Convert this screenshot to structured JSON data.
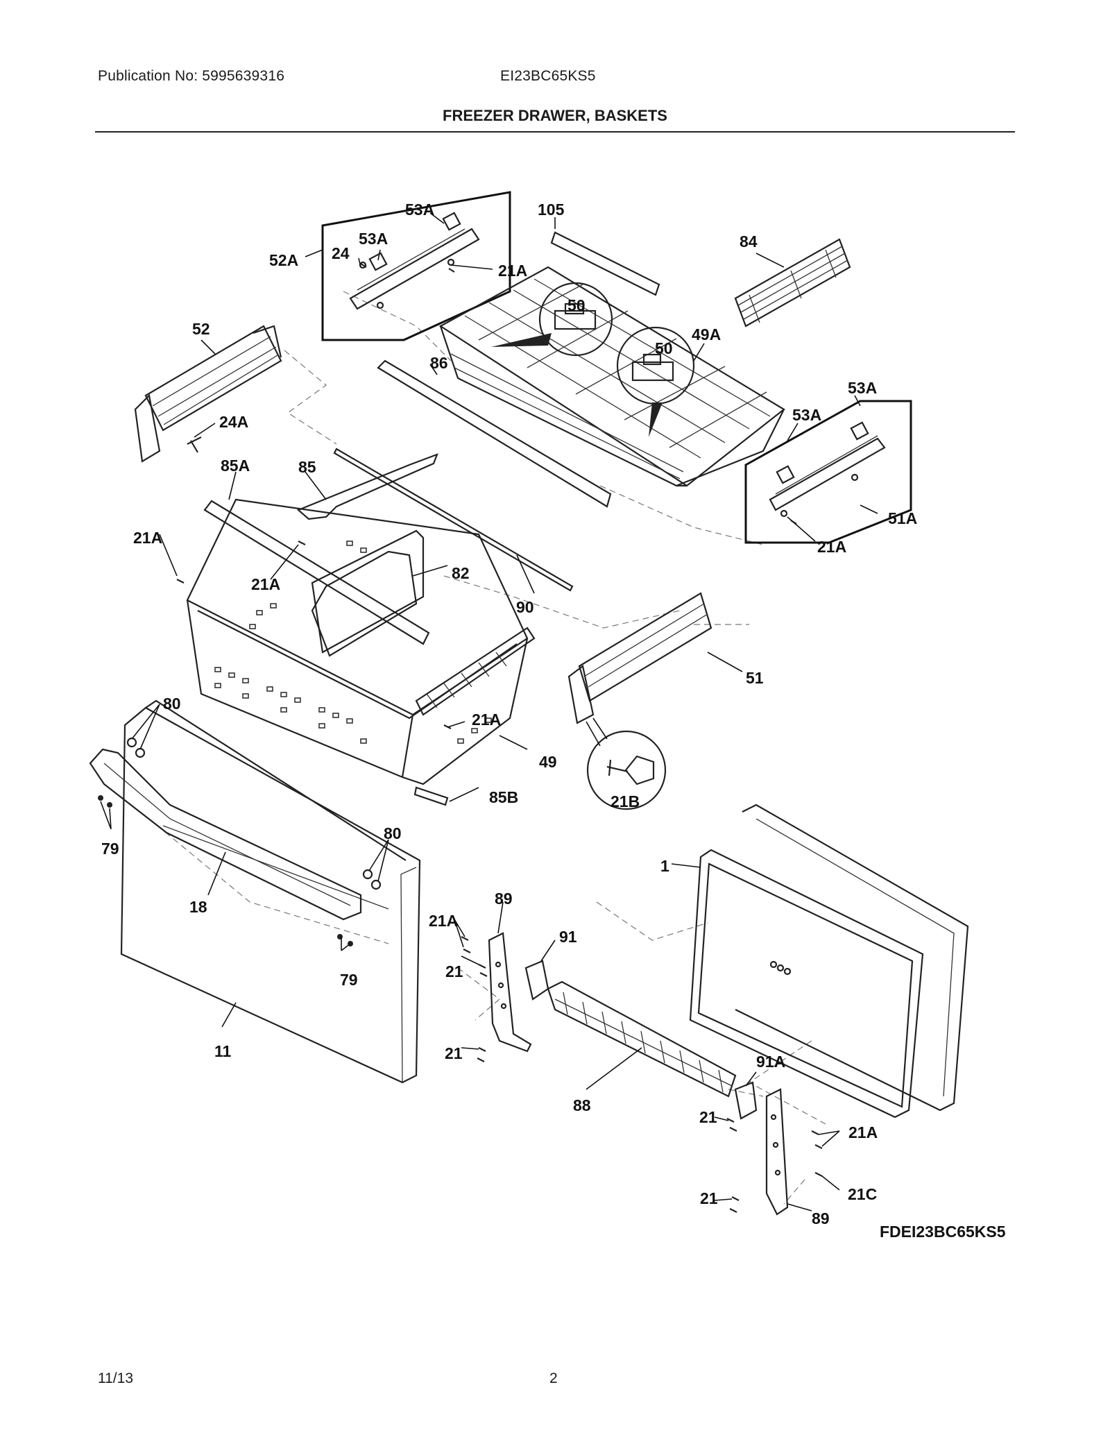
{
  "header": {
    "publication": "Publication No: 5995639316",
    "model": "EI23BC65KS5",
    "title": "FREEZER DRAWER, BASKETS"
  },
  "diagram": {
    "id_label": "FDEI23BC65KS5",
    "labels": {
      "l53A_a": "53A",
      "l105": "105",
      "l84": "84",
      "l52A": "52A",
      "l24": "24",
      "l53A_b": "53A",
      "l21A_a": "21A",
      "l50_a": "50",
      "l52": "52",
      "l50_b": "50",
      "l49A": "49A",
      "l86": "86",
      "l53A_c": "53A",
      "l53A_d": "53A",
      "l24A": "24A",
      "l85A": "85A",
      "l85": "85",
      "l51A": "51A",
      "l21A_b": "21A",
      "l21A_c": "21A",
      "l21A_d": "21A",
      "l82": "82",
      "l90": "90",
      "l51": "51",
      "l80_a": "80",
      "l21A_e": "21A",
      "l49": "49",
      "l21B": "21B",
      "l85B": "85B",
      "l79_a": "79",
      "l80_b": "80",
      "l1": "1",
      "l18": "18",
      "l89_a": "89",
      "l21A_f": "21A",
      "l91": "91",
      "l21_a": "21",
      "l79_b": "79",
      "l11": "11",
      "l21_b": "21",
      "l91A": "91A",
      "l88": "88",
      "l21_c": "21",
      "l21A_g": "21A",
      "l21C": "21C",
      "l21_d": "21",
      "l89_b": "89"
    }
  },
  "footer": {
    "date": "11/13",
    "page": "2"
  }
}
